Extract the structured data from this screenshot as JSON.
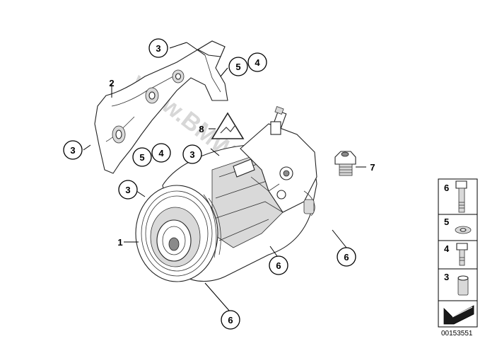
{
  "diagram": {
    "callouts": [
      {
        "id": "c3-top",
        "label": "3"
      },
      {
        "id": "c5-top",
        "label": "5"
      },
      {
        "id": "c4-top",
        "label": "4"
      },
      {
        "id": "c8",
        "label": "8"
      },
      {
        "id": "c3-left",
        "label": "3"
      },
      {
        "id": "c5-mid",
        "label": "5"
      },
      {
        "id": "c4-mid",
        "label": "4"
      },
      {
        "id": "c3-mid",
        "label": "3"
      },
      {
        "id": "c3-low",
        "label": "3"
      },
      {
        "id": "c6-bottom",
        "label": "6"
      },
      {
        "id": "c6-center",
        "label": "6"
      },
      {
        "id": "c6-right",
        "label": "6"
      }
    ],
    "plain_labels": {
      "two": "2",
      "one": "1",
      "seven": "7"
    },
    "watermark": "www.BMWfans.pl"
  },
  "legend": {
    "items": [
      {
        "label": "6",
        "part": "long-bolt"
      },
      {
        "label": "5",
        "part": "washer"
      },
      {
        "label": "4",
        "part": "short-bolt"
      },
      {
        "label": "3",
        "part": "sleeve"
      }
    ],
    "arrow_icon": "direction-arrow-icon"
  },
  "doc_number": "00153551"
}
